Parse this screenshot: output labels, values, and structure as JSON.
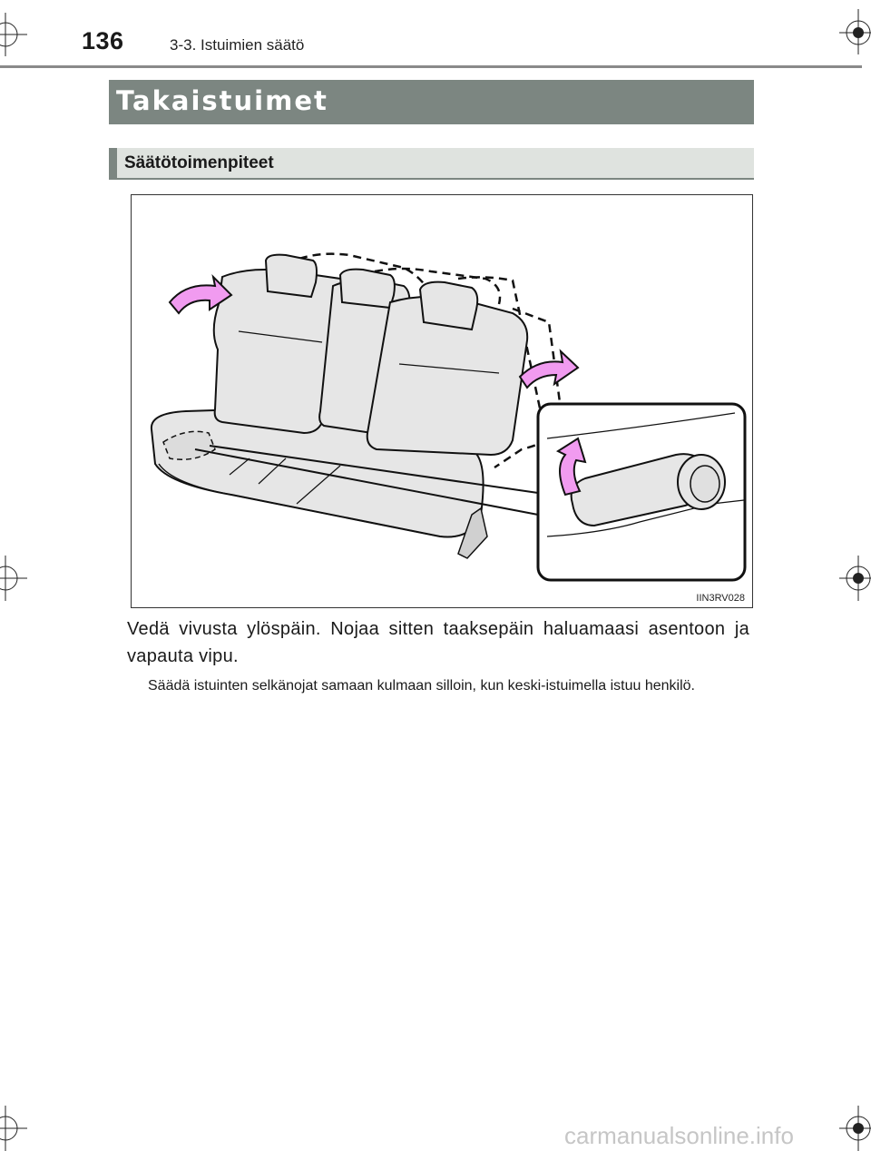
{
  "header": {
    "page_number": "136",
    "section": "3-3. Istuimien säätö"
  },
  "title": "Takaistuimet",
  "subheading": "Säätötoimenpiteet",
  "figure": {
    "code": "IIN3RV028",
    "arrow_color": "#f19bf0",
    "seat_color": "#e6e6e6"
  },
  "body": {
    "instruction": "Vedä vivusta ylöspäin. Nojaa sitten taaksepäin haluamaasi asentoon ja vapauta vipu.",
    "note": "Säädä istuinten selkänojat samaan kulmaan silloin, kun keski-istuimella istuu henkilö."
  },
  "watermark": "carmanualsonline.info"
}
